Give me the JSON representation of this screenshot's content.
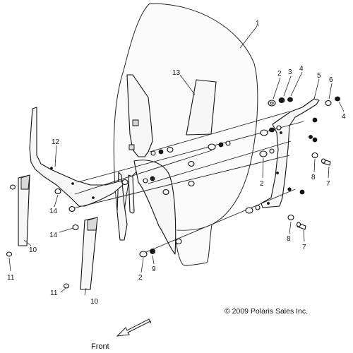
{
  "callouts": {
    "c1": "1",
    "c2a": "2",
    "c2b": "2",
    "c2c": "2",
    "c3": "3",
    "c4a": "4",
    "c4b": "4",
    "c5": "5",
    "c6": "6",
    "c7a": "7",
    "c7b": "7",
    "c8a": "8",
    "c8b": "8",
    "c9": "9",
    "c10a": "10",
    "c10b": "10",
    "c11a": "11",
    "c11b": "11",
    "c12": "12",
    "c13": "13",
    "c14a": "14",
    "c14b": "14"
  },
  "copyright": "© 2009 Polaris Sales Inc.",
  "front_label": "Front"
}
